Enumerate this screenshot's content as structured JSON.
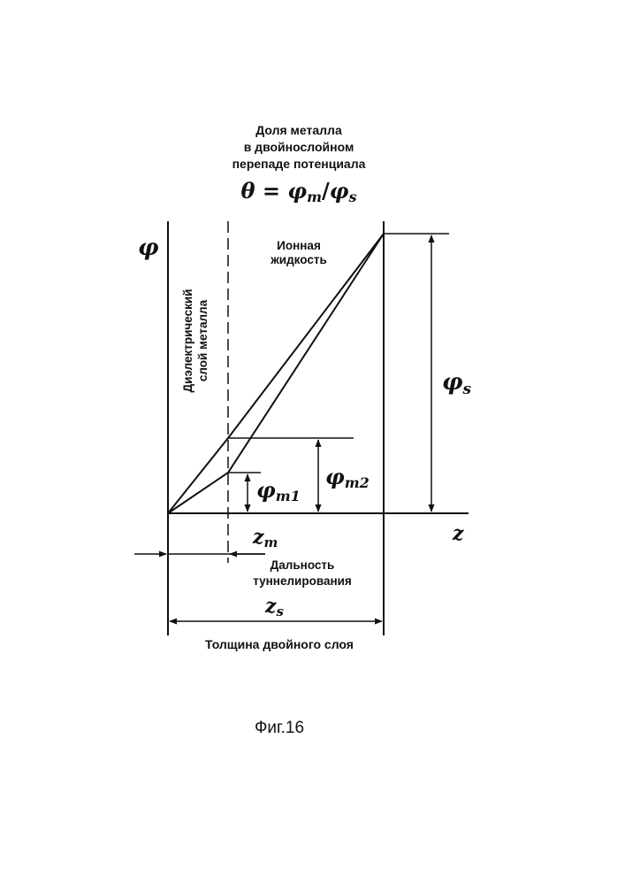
{
  "title": {
    "line1": "Доля металла",
    "line2": "в двойнослойном",
    "line3": "перепаде потенциала",
    "formula_theta": "θ",
    "formula_eq": " = ",
    "formula_phi1": "φ",
    "formula_sub_m": "m",
    "formula_slash": "/",
    "formula_phi2": "φ",
    "formula_sub_s": "s"
  },
  "axis": {
    "y_symbol": "φ",
    "x_symbol": "z"
  },
  "region_ionic_liquid": {
    "line1": "Ионная",
    "line2": "жидкость"
  },
  "region_dielectric": {
    "line1": "Диэлектрический",
    "line2": "слой металла"
  },
  "labels": {
    "phi_s": "φ",
    "phi_s_sub": "s",
    "phi_m2": "φ",
    "phi_m2_sub": "m2",
    "phi_m1": "φ",
    "phi_m1_sub": "m1",
    "z_m": "z",
    "z_m_sub": "m",
    "z_s": "z",
    "z_s_sub": "s"
  },
  "dimension_texts": {
    "tunneling_line1": "Дальность",
    "tunneling_line2": "туннелирования",
    "thickness": "Толщина двойного слоя"
  },
  "caption": "Фиг.16"
}
